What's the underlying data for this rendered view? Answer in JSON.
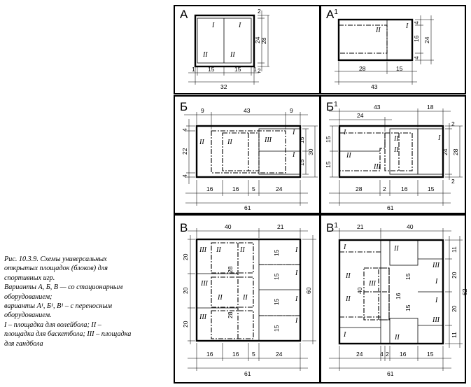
{
  "caption_lines": [
    "Рис. 10.3.9. Схемы универсальных",
    "открытых площадок (блоков) для",
    "спортивных игр.",
    "Варианты А, Б, В — со стационарным",
    "оборудованием;",
    "варианты А¹, Б¹, В¹ – с переносным",
    "оборудованием.",
    "I – площадка для волейбола; II –",
    "площадка для баскетбола; III – площадка",
    "для гандбола"
  ],
  "zones": {
    "I": "I",
    "II": "II",
    "III": "III"
  },
  "panels": [
    {
      "id": "a",
      "title": "А",
      "superscript": "",
      "dims_bottom": [
        {
          "row": 1,
          "values": [
            "1",
            "15",
            "15",
            "1"
          ]
        },
        {
          "row": 2,
          "values": [
            "32"
          ]
        }
      ],
      "dims_right": [
        {
          "col": 1,
          "values": [
            "2",
            "24",
            "2"
          ]
        },
        {
          "col": 2,
          "values": [
            "28"
          ]
        }
      ],
      "dims_top": [],
      "dims_left": []
    },
    {
      "id": "a1",
      "title": "А",
      "superscript": "1",
      "dims_bottom": [
        {
          "row": 1,
          "values": [
            "28",
            "15"
          ]
        },
        {
          "row": 2,
          "values": [
            "43"
          ]
        }
      ],
      "dims_right": [
        {
          "col": 1,
          "values": [
            "4",
            "16",
            "4"
          ]
        },
        {
          "col": 2,
          "values": [
            "24"
          ]
        }
      ],
      "dims_top": [],
      "dims_left": []
    },
    {
      "id": "b",
      "title": "Б",
      "superscript": "",
      "dims_top": [
        {
          "row": 1,
          "values": [
            "9",
            "43",
            "9"
          ]
        }
      ],
      "dims_bottom": [
        {
          "row": 1,
          "values": [
            "16",
            "16",
            "5",
            "24"
          ]
        },
        {
          "row": 2,
          "values": [
            "61"
          ]
        }
      ],
      "dims_left": [
        {
          "col": 1,
          "values": [
            "4",
            "22",
            "4"
          ]
        }
      ],
      "dims_right": [
        {
          "col": 1,
          "values": [
            "15",
            "15"
          ]
        },
        {
          "col": 2,
          "values": [
            "30"
          ]
        }
      ]
    },
    {
      "id": "b1",
      "title": "Б",
      "superscript": "1",
      "dims_top": [
        {
          "row": 1,
          "values": [
            "43",
            "18"
          ]
        },
        {
          "row": 2,
          "values": [
            "24"
          ]
        }
      ],
      "dims_bottom": [
        {
          "row": 1,
          "values": [
            "28",
            "2",
            "16",
            "15"
          ]
        },
        {
          "row": 2,
          "values": [
            "61"
          ]
        }
      ],
      "dims_left": [
        {
          "col": 1,
          "values": [
            "15",
            "15"
          ]
        }
      ],
      "dims_right": [
        {
          "col": 1,
          "values": [
            "2",
            "24",
            "2"
          ]
        },
        {
          "col": 2,
          "values": [
            "28"
          ]
        }
      ]
    },
    {
      "id": "v",
      "title": "В",
      "superscript": "",
      "dims_top": [
        {
          "row": 1,
          "values": [
            "40",
            "21"
          ]
        }
      ],
      "dims_bottom": [
        {
          "row": 1,
          "values": [
            "16",
            "16",
            "5",
            "24"
          ]
        },
        {
          "row": 2,
          "values": [
            "61"
          ]
        }
      ],
      "dims_left": [
        {
          "col": 1,
          "values": [
            "20",
            "20",
            "20"
          ]
        }
      ],
      "dims_right": [
        {
          "col": 1,
          "values": [
            "60"
          ]
        }
      ],
      "inner_dims": [
        "28",
        "28",
        "15",
        "15",
        "15",
        "15"
      ]
    },
    {
      "id": "v1",
      "title": "В",
      "superscript": "1",
      "dims_top": [
        {
          "row": 1,
          "values": [
            "21",
            "40"
          ]
        }
      ],
      "dims_bottom": [
        {
          "row": 1,
          "values": [
            "24",
            "4",
            "2",
            "16",
            "15"
          ]
        },
        {
          "row": 2,
          "values": [
            "61"
          ]
        }
      ],
      "dims_left": [],
      "dims_right": [
        {
          "col": 1,
          "values": [
            "11",
            "20",
            "20",
            "11"
          ]
        },
        {
          "col": 2,
          "values": [
            "62"
          ]
        }
      ],
      "inner_dims": [
        "16",
        "15",
        "15",
        "40"
      ]
    }
  ]
}
